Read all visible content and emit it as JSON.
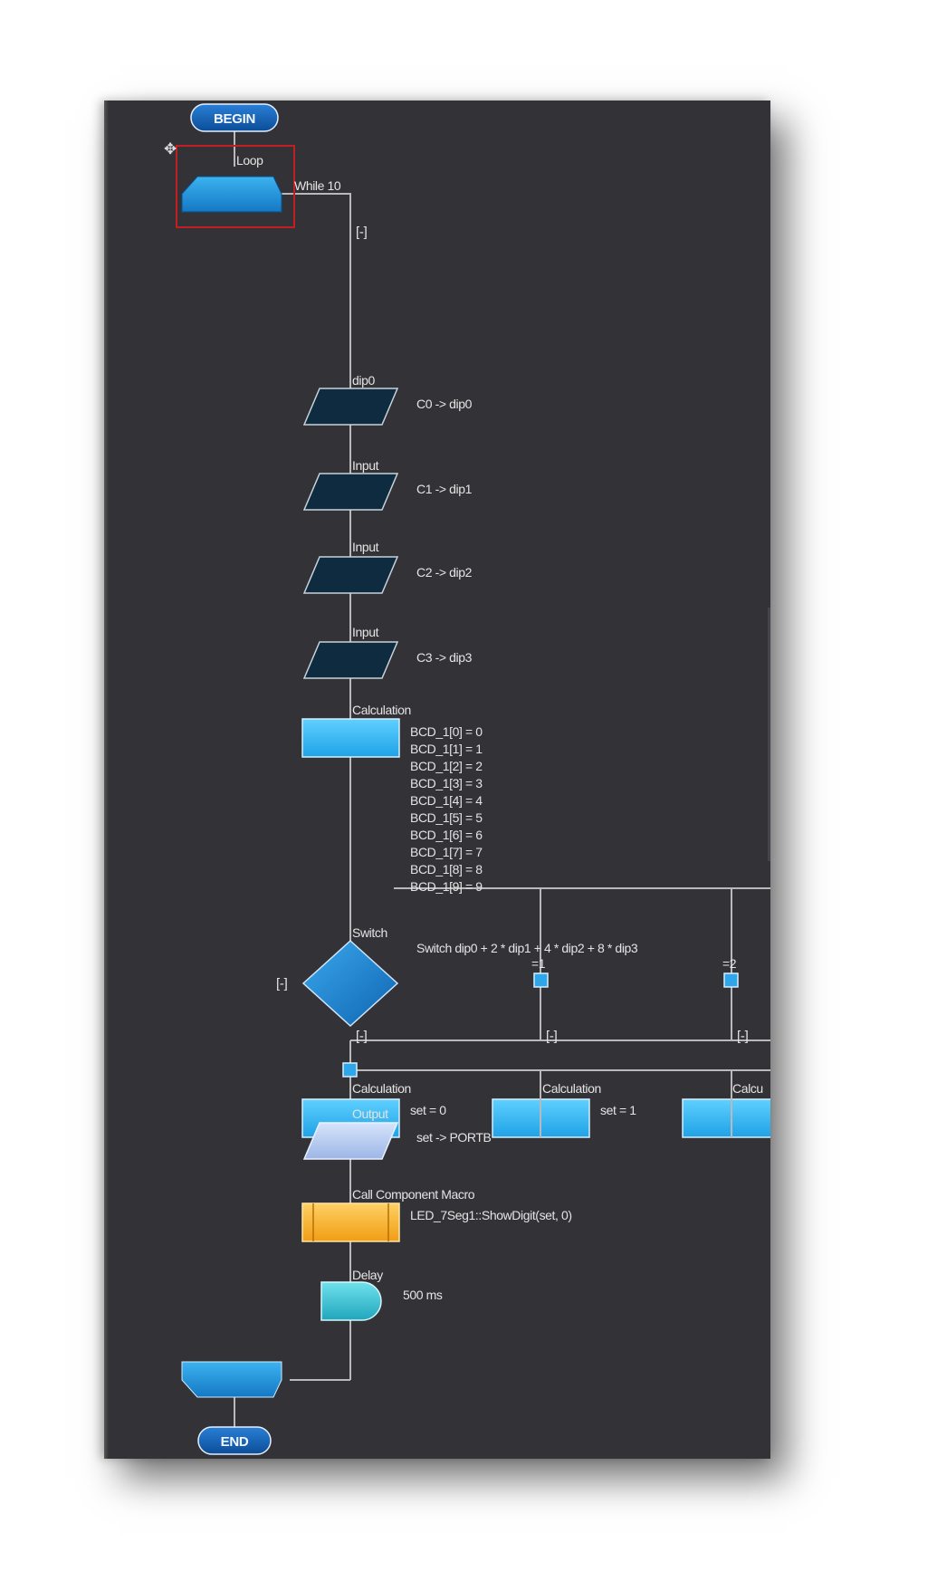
{
  "terminals": {
    "begin": "BEGIN",
    "end": "END"
  },
  "loop": {
    "title": "Loop",
    "condition": "While 10"
  },
  "collapse_marker": "[-]",
  "inputs": [
    {
      "title": "dip0",
      "text": "C0 -> dip0"
    },
    {
      "title": "Input",
      "text": "C1 -> dip1"
    },
    {
      "title": "Input",
      "text": "C2 -> dip2"
    },
    {
      "title": "Input",
      "text": "C3 -> dip3"
    }
  ],
  "calc_init": {
    "title": "Calculation",
    "lines": [
      "BCD_1[0] = 0",
      "BCD_1[1] = 1",
      "BCD_1[2] = 2",
      "BCD_1[3] = 3",
      "BCD_1[4] = 4",
      "BCD_1[5] = 5",
      "BCD_1[6] = 6",
      "BCD_1[7] = 7",
      "BCD_1[8] = 8",
      "BCD_1[9] = 9"
    ]
  },
  "switch": {
    "title": "Switch",
    "expression": "Switch dip0 + 2 * dip1 + 4 * dip2 + 8 * dip3",
    "cases": [
      {
        "case_label": "",
        "title": "Calculation",
        "text": "set = 0"
      },
      {
        "case_label": "=1",
        "title": "Calculation",
        "text": "set = 1"
      },
      {
        "case_label": "=2",
        "title": "Calcu",
        "text": ""
      }
    ]
  },
  "output": {
    "title": "Output",
    "text": "set -> PORTB"
  },
  "macro": {
    "title": "Call Component Macro",
    "text": "LED_7Seg1::ShowDigit(set, 0)"
  },
  "delay": {
    "title": "Delay",
    "text": "500 ms"
  },
  "colors": {
    "canvas": "#333236",
    "connector": "#b9b9bc",
    "input_fill": "#0f2b3f",
    "calc_fill": "#33b6f2",
    "decision_fill": "#1e86cf",
    "output_fill": "#b7cbef",
    "macro_fill": "#f5b22a",
    "delay_fill": "#3cc2d2",
    "loop_fill": "#2395dd",
    "terminal_fill": "#1460b0",
    "selection": "#c21f24"
  }
}
